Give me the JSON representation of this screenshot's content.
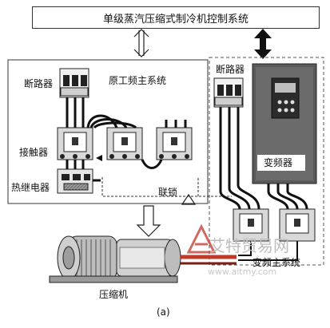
{
  "title": "单级蒸汽压缩式制冷机控制系统",
  "labels": {
    "breaker_left": "断路器",
    "line_freq_system": "原工频主系统",
    "contactor": "接触器",
    "thermal_relay": "热继电器",
    "interlock": "联锁",
    "breaker_right": "断路器",
    "inverter": "变频器",
    "inverter_system": "变频主系统",
    "compressor": "压缩机",
    "caption": "(a)"
  },
  "watermark": {
    "brand": "艾特贸易网",
    "url": "www.aitmy.com"
  },
  "colors": {
    "line": "#222222",
    "contactor_body": "#d9d9d9",
    "inverter_body": "#555555",
    "watermark": "#c9c9c9",
    "watermark_logo": "#c0392b"
  }
}
